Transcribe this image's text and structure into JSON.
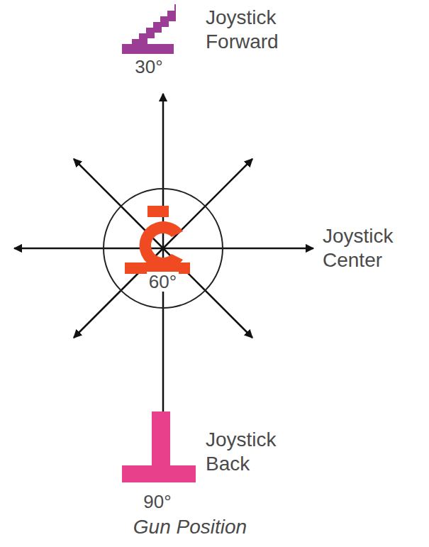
{
  "diagram": {
    "caption": "Gun Position",
    "nodes": [
      {
        "text": [
          "60°"
        ]
      }
    ],
    "labels": [
      "Joystick Forward",
      "30°",
      "Joystick Center",
      "Joystick Back",
      "90°"
    ]
  }
}
